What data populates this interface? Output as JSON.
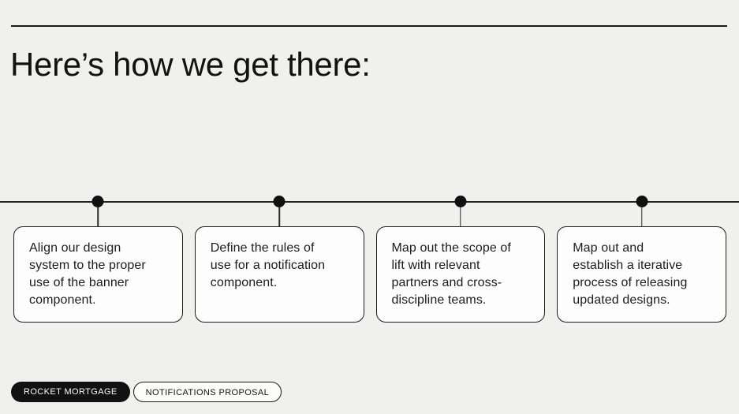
{
  "slide": {
    "title": "Here’s how we get there:",
    "steps": [
      {
        "text": "Align our design\nsystem to the proper\nuse of the banner\ncomponent."
      },
      {
        "text": "Define the rules of\nuse for a notification\ncomponent."
      },
      {
        "text": "Map out the scope of\nlift with relevant\npartners and cross-\ndiscipline teams."
      },
      {
        "text": "Map out and\nestablish a iterative\nprocess of releasing\nupdated designs."
      }
    ],
    "footer": {
      "brand_badge": "ROCKET MORTGAGE",
      "doc_badge": "NOTIFICATIONS PROPOSAL"
    },
    "colors": {
      "background": "#f0f0ef",
      "ink": "#161616",
      "card_background": "#fdfdfd",
      "badge_fill": "#111111",
      "badge_text": "#fafafa"
    }
  }
}
